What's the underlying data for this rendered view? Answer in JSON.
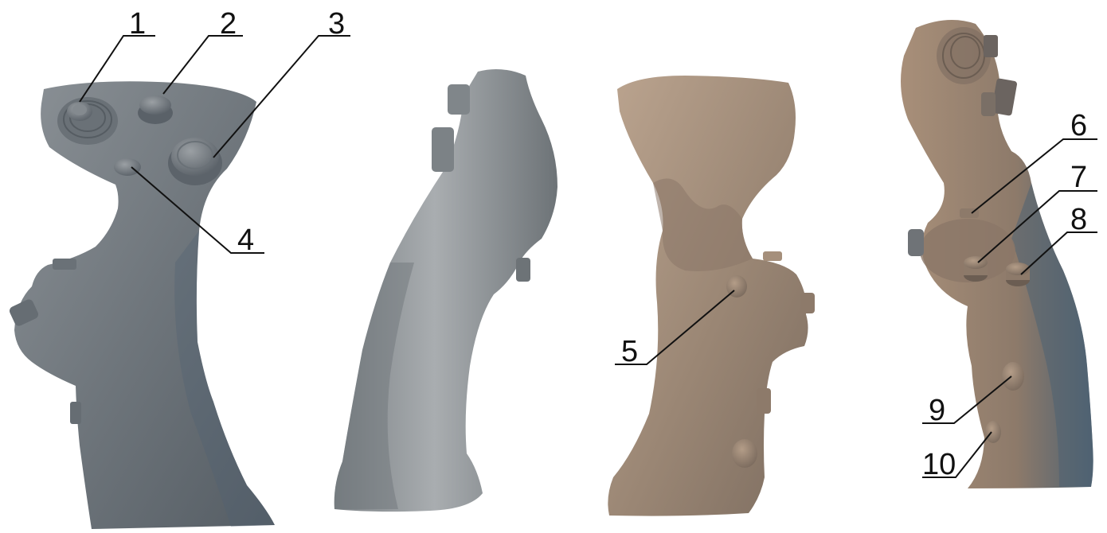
{
  "figure": {
    "views": [
      {
        "name": "front-view"
      },
      {
        "name": "left-side-view"
      },
      {
        "name": "rear-view"
      },
      {
        "name": "right-side-view"
      }
    ],
    "callouts": [
      "1",
      "2",
      "3",
      "4",
      "5",
      "6",
      "7",
      "8",
      "9",
      "10"
    ],
    "colors": {
      "gray_body": "#6f767c",
      "gray_light": "#a9adb0",
      "brown_body": "#9a8674",
      "brown_light": "#bba48f",
      "blue_shadow": "#4f6272",
      "leader": "#111111"
    }
  }
}
